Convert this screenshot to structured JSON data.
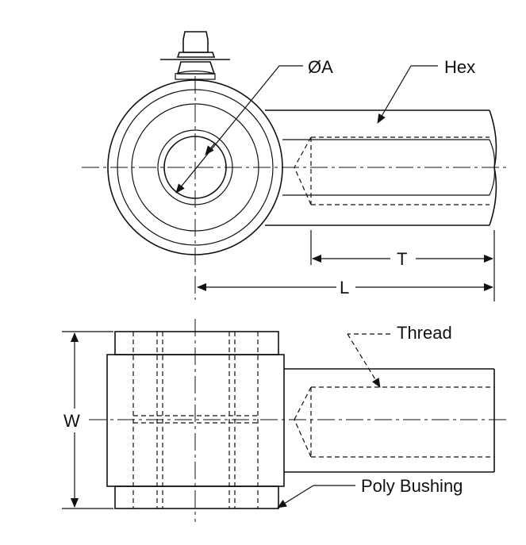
{
  "labels": {
    "diameter": "ØA",
    "hex": "Hex",
    "thread_depth": "T",
    "length": "L",
    "thread": "Thread",
    "width": "W",
    "bushing": "Poly Bushing"
  },
  "colors": {
    "line": "#111111",
    "background": "#ffffff"
  }
}
